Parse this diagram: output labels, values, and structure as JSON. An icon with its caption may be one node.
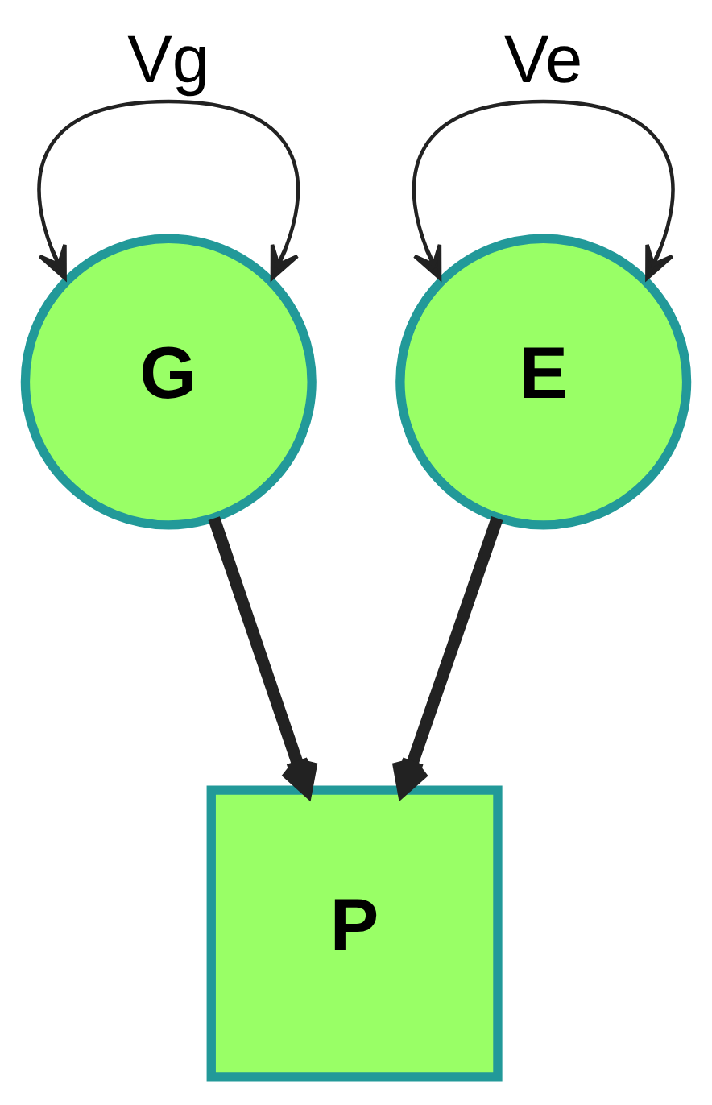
{
  "diagram": {
    "nodes": [
      {
        "text": [
          "G"
        ]
      },
      {
        "text": [
          "E"
        ]
      },
      {
        "text": [
          "P"
        ]
      }
    ],
    "edges": [
      {
        "from": 0,
        "to": 0,
        "arrow": "both",
        "label": "Vg"
      },
      {
        "from": 1,
        "to": 1,
        "arrow": "both",
        "label": "Ve"
      },
      {
        "from": 0,
        "to": 2,
        "arrow": "to",
        "style": "thick"
      },
      {
        "from": 1,
        "to": 2,
        "arrow": "to",
        "style": "thick"
      }
    ]
  }
}
